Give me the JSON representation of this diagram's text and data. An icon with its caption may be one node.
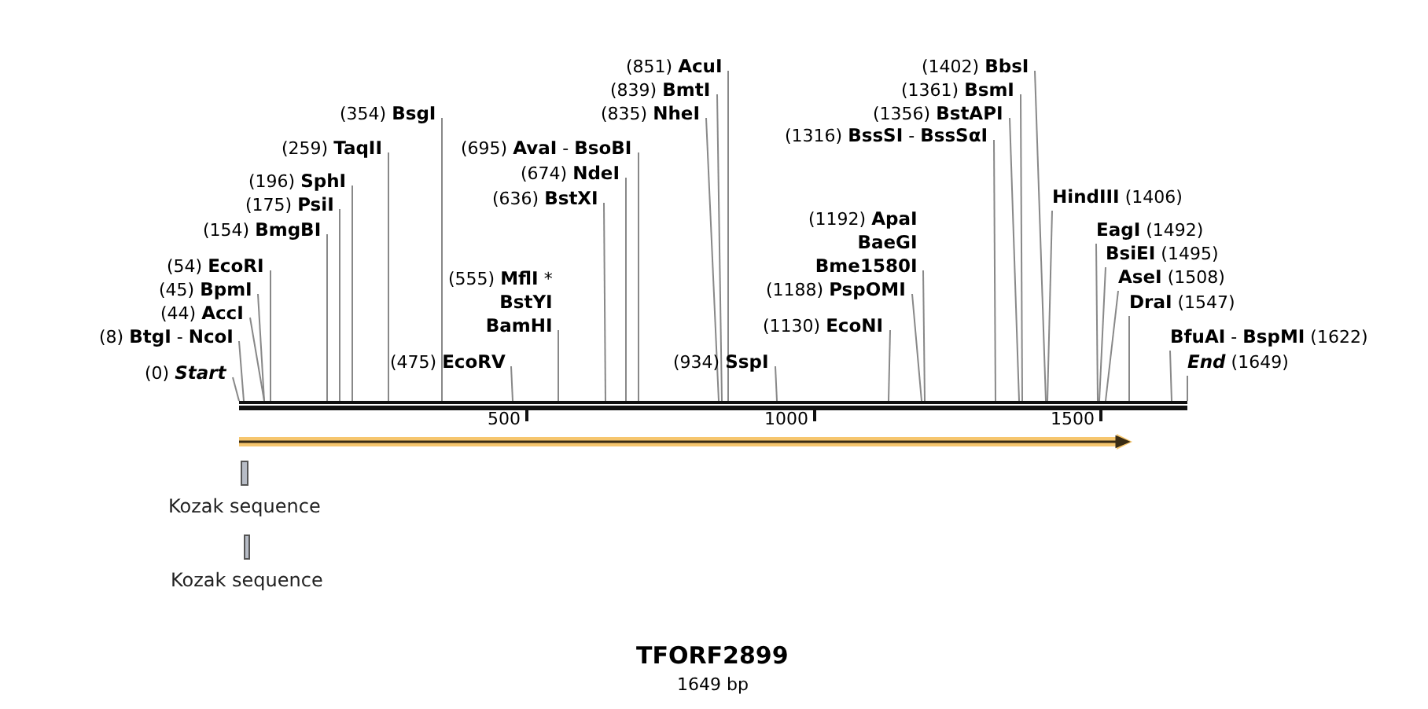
{
  "diagram": {
    "title": "TFORF2899",
    "caption": "1649 bp",
    "nodes": [
      {
        "text": [
          "(0) *Start*"
        ]
      },
      {
        "text": [
          "(8) **BtgI** - **NcoI**"
        ]
      },
      {
        "text": [
          "(44) **AccI**"
        ]
      },
      {
        "text": [
          "(45) **BpmI**"
        ]
      },
      {
        "text": [
          "(54) **EcoRI**"
        ]
      },
      {
        "text": [
          "(154) **BmgBI**"
        ]
      },
      {
        "text": [
          "(175) **PsiI**"
        ]
      },
      {
        "text": [
          "(196) **SphI**"
        ]
      },
      {
        "text": [
          "(259) **TaqII**"
        ]
      },
      {
        "text": [
          "(354) **BsgI**"
        ]
      },
      {
        "text": [
          "(475) **EcoRV**"
        ]
      },
      {
        "text": [
          "(555) **MflI** *",
          "**BstYI**",
          "**BamHI**"
        ]
      },
      {
        "text": [
          "(636) **BstXI**"
        ]
      },
      {
        "text": [
          "(674) **NdeI**"
        ]
      },
      {
        "text": [
          "(695) **AvaI** - **BsoBI**"
        ]
      },
      {
        "text": [
          "(835) **NheI**"
        ]
      },
      {
        "text": [
          "(839) **BmtI**"
        ]
      },
      {
        "text": [
          "(851) **AcuI**"
        ]
      },
      {
        "text": [
          "(934) **SspI**"
        ]
      },
      {
        "text": [
          "(1130) **EcoNI**"
        ]
      },
      {
        "text": [
          "(1188) **PspOMI**"
        ]
      },
      {
        "text": [
          "(1192) **ApaI**",
          "**BaeGI**",
          "**Bme1580I**"
        ]
      },
      {
        "text": [
          "(1316) **BssSI** - **BssSαI**"
        ]
      },
      {
        "text": [
          "(1356) **BstAPI**"
        ]
      },
      {
        "text": [
          "(1361) **BsmI**"
        ]
      },
      {
        "text": [
          "(1402) **BbsI**"
        ]
      },
      {
        "text": [
          "**HindIII** (1406)"
        ]
      },
      {
        "text": [
          "**EagI** (1492)"
        ]
      },
      {
        "text": [
          "**BsiEI** (1495)"
        ]
      },
      {
        "text": [
          "**AseI** (1508)"
        ]
      },
      {
        "text": [
          "**DraI** (1547)"
        ]
      },
      {
        "text": [
          "**BfuAI** - **BspMI** (1622)"
        ]
      },
      {
        "text": [
          "*End* (1649)"
        ]
      },
      {
        "text": [],
        "shape": "bar"
      },
      {
        "text": [],
        "shape": "arrow"
      },
      {
        "text": [
          "Kozak sequence"
        ]
      },
      {
        "text": [
          "Kozak sequence"
        ]
      }
    ],
    "edges": [
      {
        "from": 0,
        "to": 33,
        "arrow": "none"
      },
      {
        "from": 1,
        "to": 33,
        "arrow": "none"
      },
      {
        "from": 2,
        "to": 33,
        "arrow": "none"
      },
      {
        "from": 3,
        "to": 33,
        "arrow": "none"
      },
      {
        "from": 4,
        "to": 33,
        "arrow": "none"
      },
      {
        "from": 5,
        "to": 33,
        "arrow": "none"
      },
      {
        "from": 6,
        "to": 33,
        "arrow": "none"
      },
      {
        "from": 7,
        "to": 33,
        "arrow": "none"
      },
      {
        "from": 8,
        "to": 33,
        "arrow": "none"
      },
      {
        "from": 9,
        "to": 33,
        "arrow": "none"
      },
      {
        "from": 10,
        "to": 33,
        "arrow": "none"
      },
      {
        "from": 11,
        "to": 33,
        "arrow": "none"
      },
      {
        "from": 12,
        "to": 33,
        "arrow": "none"
      },
      {
        "from": 13,
        "to": 33,
        "arrow": "none"
      },
      {
        "from": 14,
        "to": 33,
        "arrow": "none"
      },
      {
        "from": 15,
        "to": 33,
        "arrow": "none"
      },
      {
        "from": 16,
        "to": 33,
        "arrow": "none"
      },
      {
        "from": 17,
        "to": 33,
        "arrow": "none"
      },
      {
        "from": 18,
        "to": 33,
        "arrow": "none"
      },
      {
        "from": 19,
        "to": 33,
        "arrow": "none"
      },
      {
        "from": 20,
        "to": 33,
        "arrow": "none"
      },
      {
        "from": 21,
        "to": 33,
        "arrow": "none"
      },
      {
        "from": 22,
        "to": 33,
        "arrow": "none"
      },
      {
        "from": 23,
        "to": 33,
        "arrow": "none"
      },
      {
        "from": 24,
        "to": 33,
        "arrow": "none"
      },
      {
        "from": 25,
        "to": 33,
        "arrow": "none"
      },
      {
        "from": 26,
        "to": 33,
        "arrow": "none"
      },
      {
        "from": 27,
        "to": 33,
        "arrow": "none"
      },
      {
        "from": 28,
        "to": 33,
        "arrow": "none"
      },
      {
        "from": 29,
        "to": 33,
        "arrow": "none"
      },
      {
        "from": 30,
        "to": 33,
        "arrow": "none"
      },
      {
        "from": 31,
        "to": 33,
        "arrow": "none"
      },
      {
        "from": 32,
        "to": 33,
        "arrow": "none"
      }
    ],
    "labels": [
      "500",
      "1000",
      "1500"
    ]
  }
}
